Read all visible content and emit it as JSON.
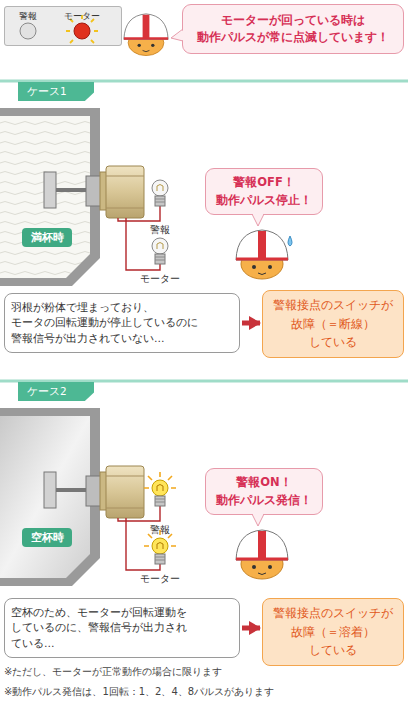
{
  "diagram": {
    "nodes": [
      {
        "text": [
          "警報",
          "モーター"
        ]
      },
      {
        "text": [
          "モーターが回っている時は 動作パルスが常に点滅しています！"
        ]
      },
      {
        "text": [
          "ケース1"
        ]
      },
      {
        "text": [
          "満杯時"
        ]
      },
      {
        "text": [
          "警報OFF！ 動作パルス停止！"
        ]
      },
      {
        "text": [
          "羽根が粉体で埋まっており、 モータの回転運動が停止しているのに 警報信号が出力されていない…"
        ]
      },
      {
        "text": [
          "警報接点のスイッチが 故障（＝断線）している"
        ]
      },
      {
        "text": [
          "ケース2"
        ]
      },
      {
        "text": [
          "空杯時"
        ]
      },
      {
        "text": [
          "警報ON！ 動作パルス発信！"
        ]
      },
      {
        "text": [
          "空杯のため、モーターが回転運動を しているのに、警報信号が出力され ている…"
        ]
      },
      {
        "text": [
          "警報接点のスイッチが 故障（＝溶着）している"
        ]
      }
    ],
    "edges": [
      {
        "from": 5,
        "to": 6,
        "arrow": "to"
      },
      {
        "from": 10,
        "to": 11,
        "arrow": "to"
      }
    ],
    "labels": [
      "警報",
      "モーター",
      "警報",
      "モーター",
      "※ただし、モーターが正常動作の場合に限ります",
      "※動作パルス発信は、1回転：1、2、4、8パルスがあります"
    ]
  }
}
